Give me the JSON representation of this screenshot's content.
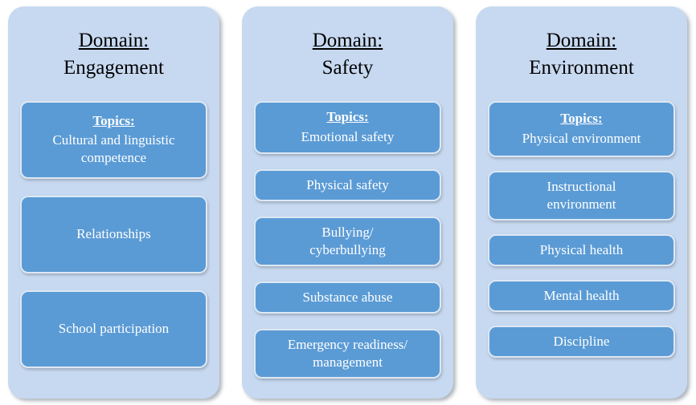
{
  "colors": {
    "panel_bg": "#c7d9f0",
    "box_bg": "#5b9bd5",
    "box_border": "#dde8f5",
    "box_text": "#ffffff",
    "title_text": "#000000"
  },
  "columns": [
    {
      "domain_label": "Domain:",
      "domain_name": "Engagement",
      "topics_label": "Topics:",
      "boxes": [
        "Cultural and linguistic\ncompetence",
        "Relationships",
        "School participation"
      ]
    },
    {
      "domain_label": "Domain:",
      "domain_name": "Safety",
      "topics_label": "Topics:",
      "boxes": [
        "Emotional safety",
        "Physical safety",
        "Bullying/\ncyberbullying",
        "Substance abuse",
        "Emergency readiness/\nmanagement"
      ]
    },
    {
      "domain_label": "Domain:",
      "domain_name": "Environment",
      "topics_label": "Topics:",
      "boxes": [
        "Physical environment",
        "Instructional\nenvironment",
        "Physical health",
        "Mental health",
        "Discipline"
      ]
    }
  ]
}
